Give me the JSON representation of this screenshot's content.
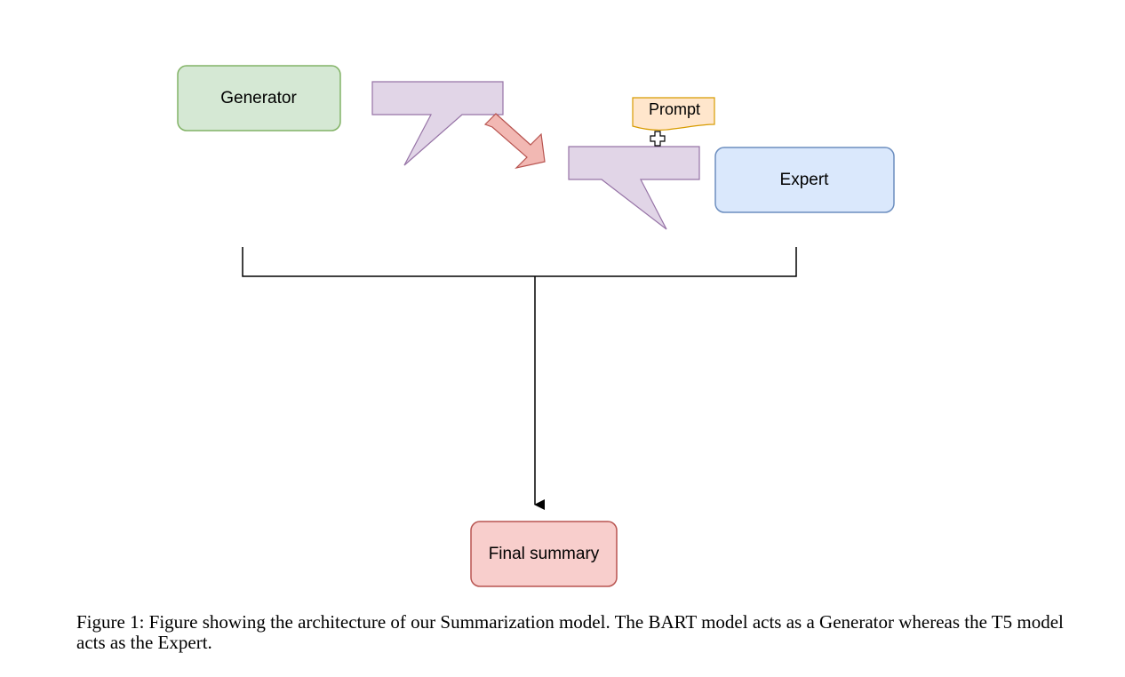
{
  "diagram": {
    "nodes": {
      "generator": "Generator",
      "expert": "Expert",
      "final_summary": "Final summary",
      "prompt": "Prompt"
    },
    "colors": {
      "generator_fill": "#d5e8d4",
      "generator_stroke": "#82b366",
      "expert_fill": "#dae8fc",
      "expert_stroke": "#6c8ebf",
      "final_fill": "#f8cecc",
      "final_stroke": "#b85450",
      "callout_fill": "#e1d5e7",
      "callout_stroke": "#9673a6",
      "prompt_fill": "#ffe6cc",
      "prompt_stroke": "#d79b00",
      "arrow_fill": "#f2b8b3",
      "arrow_stroke": "#b85450"
    }
  },
  "caption": "Figure 1: Figure showing the architecture of our Summarization model. The BART model acts as a Generator whereas the T5 model acts as the Expert."
}
